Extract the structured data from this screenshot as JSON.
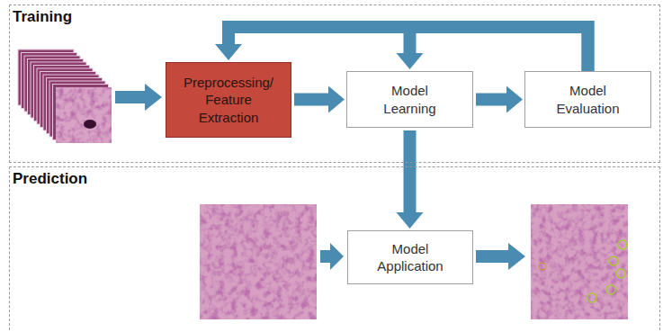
{
  "diagram": {
    "nodes": [
      {
        "text": [
          "Training"
        ]
      },
      {
        "text": [
          "Preprocessing/ Feature Extraction"
        ],
        "in": 0
      },
      {
        "text": [
          "Model Learning"
        ],
        "in": 0
      },
      {
        "text": [
          "Model Evaluation"
        ],
        "in": 0
      },
      {
        "text": [
          "Prediction"
        ]
      },
      {
        "text": [
          "Model Application"
        ],
        "in": 4
      }
    ],
    "edges": [
      {
        "from": 1,
        "to": 2,
        "arrow": "to"
      },
      {
        "from": 2,
        "to": 3,
        "arrow": "to"
      },
      {
        "from": 3,
        "to": 1,
        "arrow": "to"
      },
      {
        "from": 3,
        "to": 2,
        "arrow": "to"
      },
      {
        "from": 2,
        "to": 5,
        "arrow": "to"
      }
    ]
  }
}
